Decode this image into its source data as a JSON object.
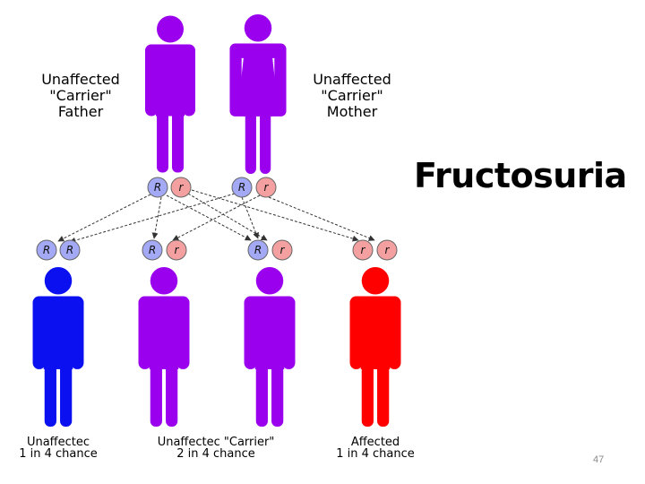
{
  "slide": {
    "title": "Fructosuria",
    "page_number": "47"
  },
  "colors": {
    "carrier": "#9a00ee",
    "unaffected": "#0a10f0",
    "affected": "#ff0000",
    "dominant_allele_fill": "#a3a9f5",
    "recessive_allele_fill": "#f5a0a0",
    "arrow": "#333333"
  },
  "parents": {
    "father": {
      "line1": "Unaffected",
      "line2": "\"Carrier\"",
      "line3": "Father",
      "alleles": [
        "R",
        "r"
      ]
    },
    "mother": {
      "line1": "Unaffected",
      "line2": "\"Carrier\"",
      "line3": "Mother",
      "alleles": [
        "R",
        "r"
      ]
    }
  },
  "offspring": {
    "unaffected": {
      "line1": "Unaffectec",
      "line2": "1 in 4 chance",
      "alleles": [
        "R",
        "R"
      ]
    },
    "carrier": {
      "line1": "Unaffectec \"Carrier\"",
      "line2": "2 in 4 chance",
      "alleles": [
        "R",
        "r"
      ]
    },
    "carrier_b": {
      "alleles": [
        "R",
        "r"
      ]
    },
    "affected": {
      "line1": "Affected",
      "line2": "1 in 4 chance",
      "alleles": [
        "r",
        "r"
      ]
    }
  }
}
